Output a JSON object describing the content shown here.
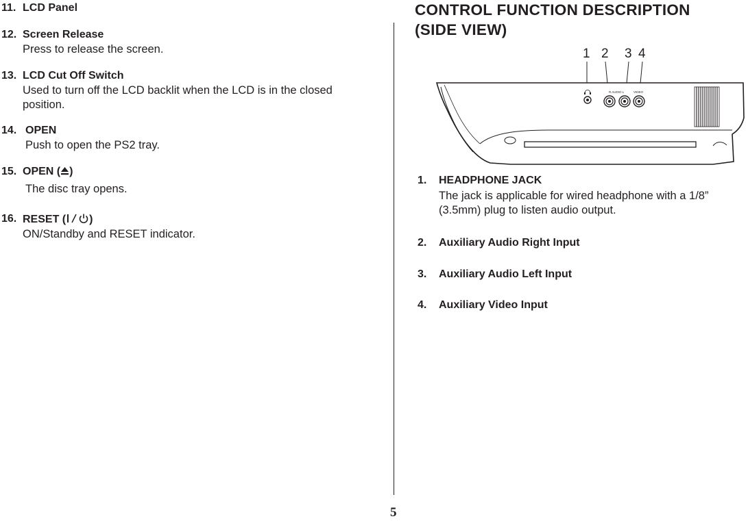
{
  "left_items": [
    {
      "number": "11.",
      "heading": "LCD Panel",
      "description": ""
    },
    {
      "number": "12.",
      "heading": "Screen Release",
      "description": "Press to release the screen."
    },
    {
      "number": "13.",
      "heading": "LCD Cut Off Switch",
      "description_line1": "Used to turn off the LCD backlit when the LCD is in the closed",
      "description_line2": "position."
    },
    {
      "number": "14.",
      "heading": "OPEN",
      "description": "Push to open the PS2 tray."
    },
    {
      "number": "15.",
      "heading_prefix": "OPEN (",
      "heading_suffix": ")",
      "icon": "eject-icon",
      "description": "The disc tray opens."
    },
    {
      "number": "16.",
      "heading_prefix": "RESET (",
      "heading_suffix": ")",
      "icon": "power-standby-icon",
      "description": "ON/Standby and RESET indicator."
    }
  ],
  "right": {
    "title_line1": "CONTROL  FUNCTION  DESCRIPTION",
    "title_line2": "(SIDE  VIEW)",
    "callouts": [
      "1",
      "2",
      "3",
      "4"
    ],
    "panel_labels": {
      "audio": "R   AUDIO   L",
      "video": "VIDEO"
    },
    "items": [
      {
        "number": "1.",
        "heading": "HEADPHONE JACK",
        "description_line1": "The jack is applicable for wired headphone with a 1/8”",
        "description_line2": "(3.5mm) plug to listen audio output."
      },
      {
        "number": "2.",
        "heading": "Auxiliary Audio Right Input"
      },
      {
        "number": "3.",
        "heading": "Auxiliary Audio Left Input"
      },
      {
        "number": "4.",
        "heading": "Auxiliary Video Input"
      }
    ]
  },
  "page_number": "5"
}
